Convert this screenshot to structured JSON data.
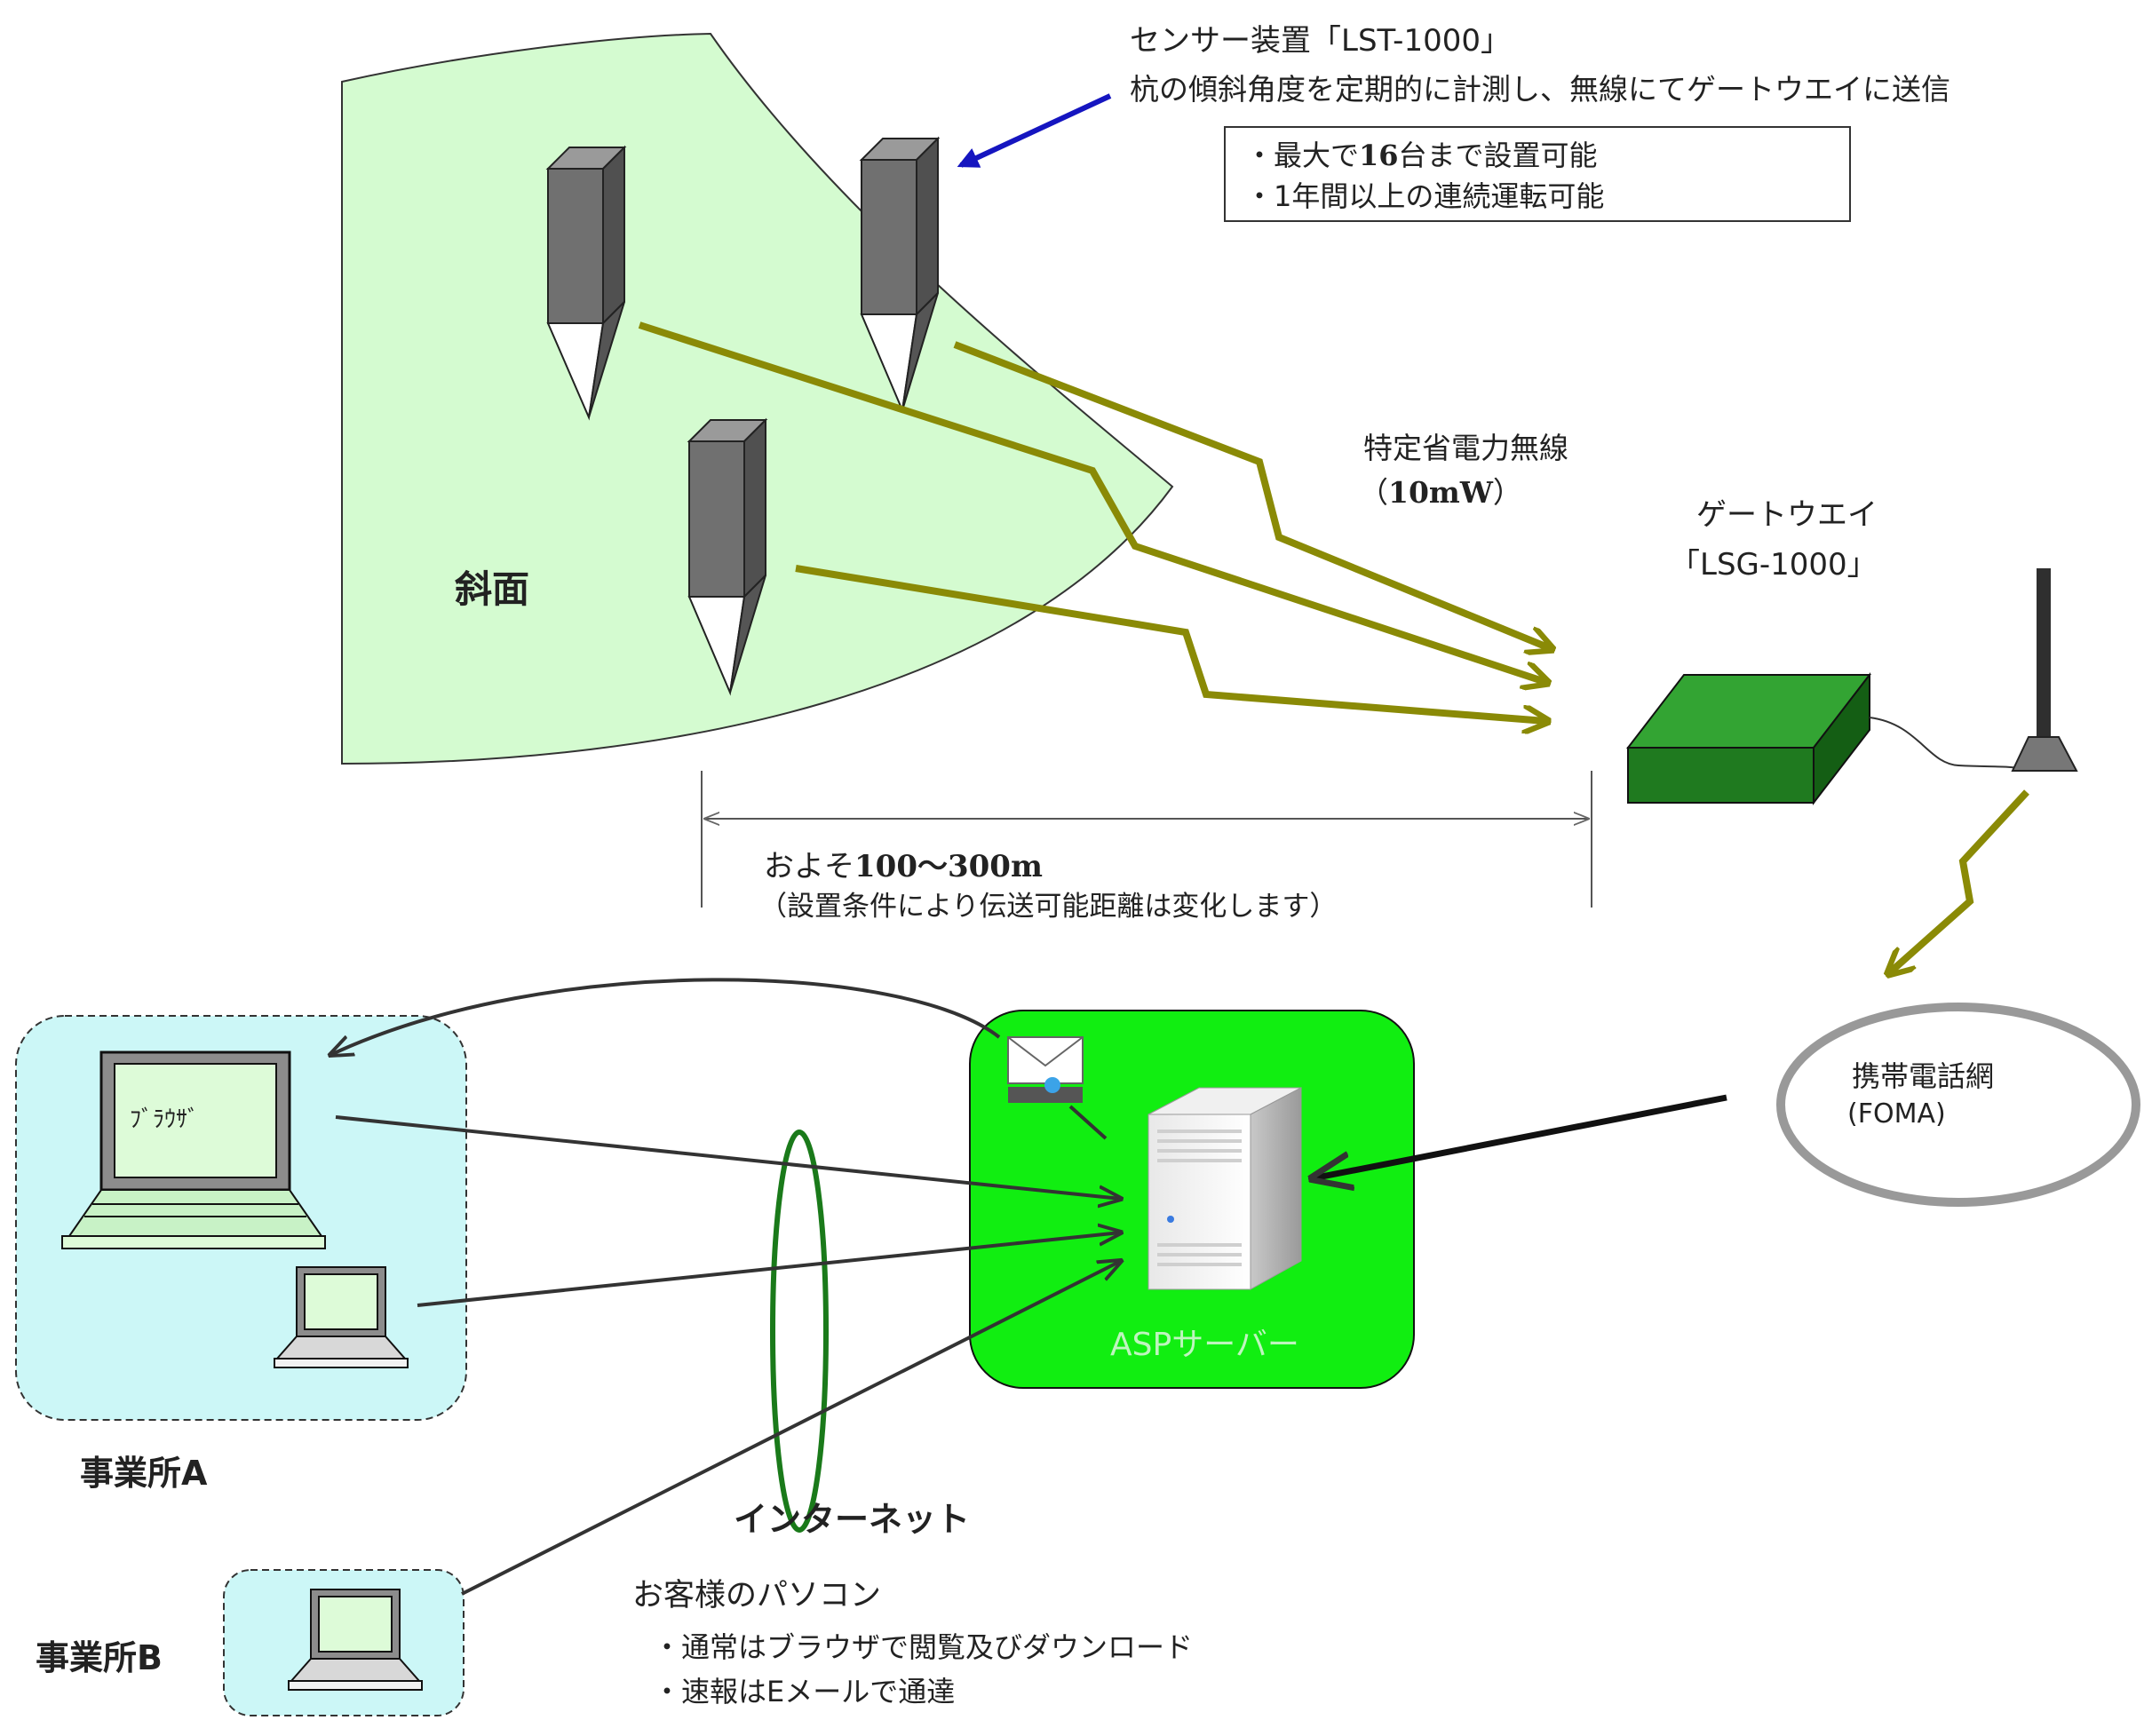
{
  "sensor": {
    "title": "センサー装置「LST-1000」",
    "description": "杭の傾斜角度を定期的に計測し、無線にてゲートウエイに送信",
    "spec_line1_pre": "・最大で",
    "spec_line1_num": "16",
    "spec_line1_post": "台まで設置可能",
    "spec_line2": "・1年間以上の連続運転可能"
  },
  "slope_label": "斜面",
  "radio": {
    "label": "特定省電力無線",
    "power_open": "（",
    "power_value": "10mW",
    "power_close": "）"
  },
  "gateway": {
    "name": "ゲートウエイ",
    "model": "「LSG-1000」"
  },
  "distance": {
    "prefix": "およそ",
    "range": "100～300m",
    "note": "（設置条件により伝送可能距離は変化します）"
  },
  "mobile_network": {
    "name": "携帯電話網",
    "sub": "(FOMA)"
  },
  "server_label": "ASPサーバー",
  "browser_label": "ﾌﾞﾗｳｻﾞ",
  "office_a": "事業所A",
  "office_b": "事業所B",
  "internet_label": "インターネット",
  "customer": {
    "title": "お客様のパソコン",
    "line1": "・通常はブラウザで閲覧及びダウンロード",
    "line2": "・速報はEメールで通達"
  },
  "colors": {
    "slope_fill": "#d4fbd0",
    "radio_olive": "#8a8a06",
    "gateway_green": "#1f7a1f",
    "server_panel": "#11ee11",
    "office_fill": "#ccf7f7",
    "internet_ring": "#1a7a1a",
    "network_ring": "#999999",
    "sensor_arrow": "#1515c0"
  }
}
